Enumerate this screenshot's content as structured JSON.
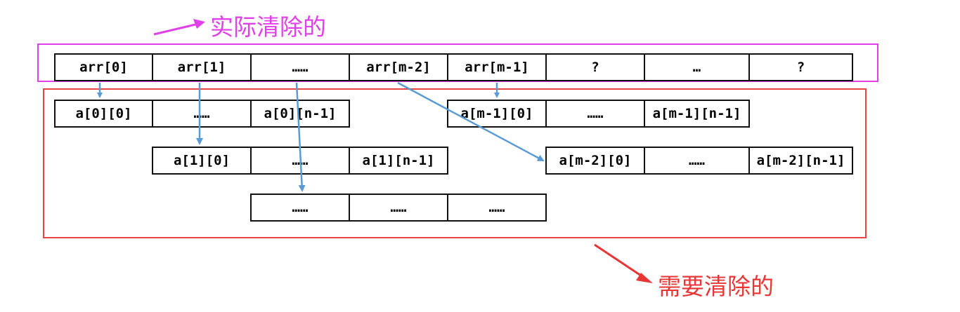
{
  "labels": {
    "actual_cleared": "实际清除的",
    "needs_cleared": "需要清除的"
  },
  "arr_row": [
    "arr[0]",
    "arr[1]",
    "……",
    "arr[m-2]",
    "arr[m-1]",
    "?",
    "…",
    "?"
  ],
  "rows": {
    "row_0": [
      "a[0][0]",
      "……",
      "a[0][n-1]"
    ],
    "row_1": [
      "a[1][0]",
      "……",
      "a[1][n-1]"
    ],
    "row_mid": [
      "……",
      "……",
      "……"
    ],
    "row_m1": [
      "a[m-1][0]",
      "……",
      "a[m-1][n-1]"
    ],
    "row_m2": [
      "a[m-2][0]",
      "……",
      "a[m-2][n-1]"
    ]
  },
  "colors": {
    "actual_frame": "#e040e8",
    "needed_frame": "#e84545",
    "pointer_arrow": "#5b9bd5"
  }
}
